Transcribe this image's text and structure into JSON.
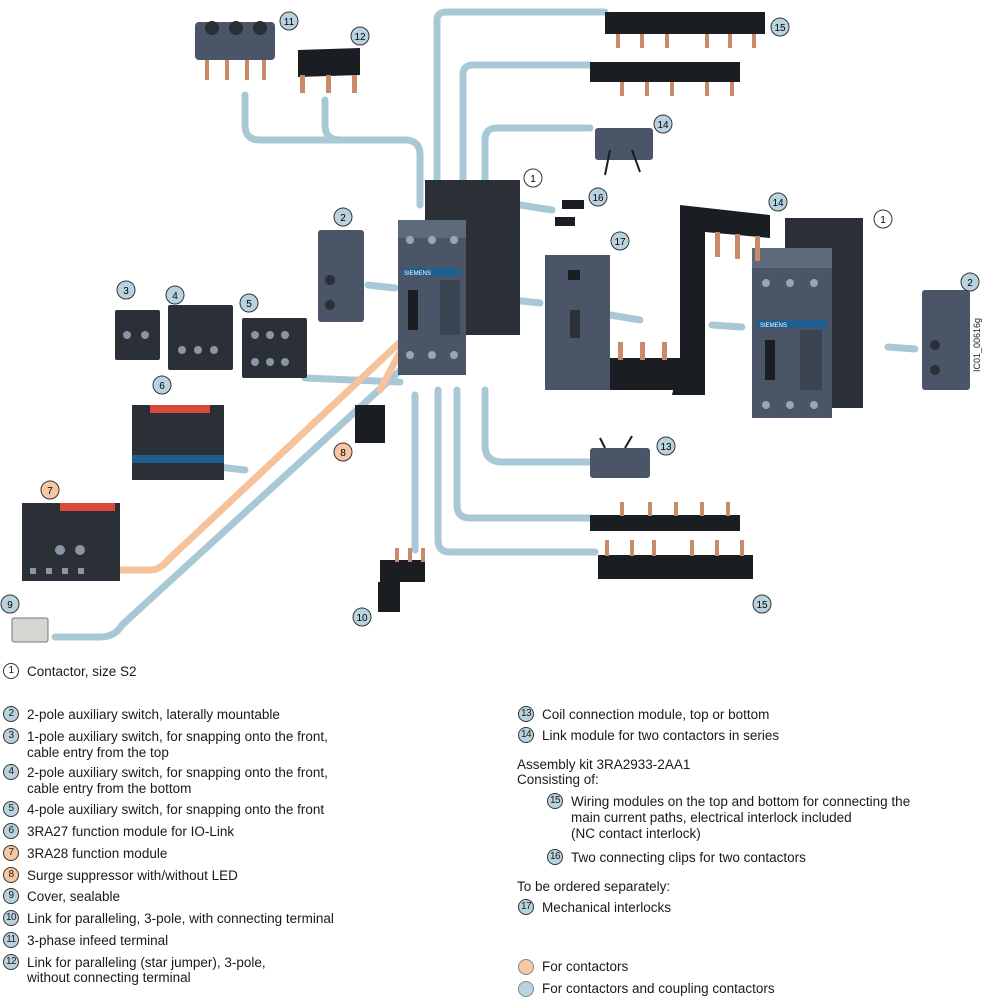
{
  "colors": {
    "blue_path": "#a9c8d6",
    "orange_path": "#f5c29b",
    "device_body": "#4a5568",
    "device_dark": "#2b2f36",
    "blue_marker": "#b8d3df",
    "orange_marker": "#f7c6a2"
  },
  "figure_id": "IC01_00616g",
  "callouts": [
    "1",
    "2",
    "3",
    "4",
    "5",
    "6",
    "7",
    "8",
    "9",
    "10",
    "11",
    "12",
    "13",
    "14",
    "15",
    "16",
    "17",
    "1",
    "2",
    "14",
    "15"
  ],
  "legend_left": [
    {
      "num": "1",
      "text": "Contactor, size S2",
      "style": "white"
    },
    {
      "num": "2",
      "text": "2-pole auxiliary switch, laterally mountable",
      "style": "blue"
    },
    {
      "num": "3",
      "text": "1-pole auxiliary switch, for snapping onto the front,",
      "text2": "cable entry from the top",
      "style": "blue"
    },
    {
      "num": "4",
      "text": "2-pole auxiliary switch, for snapping onto the front,",
      "text2": "cable entry from the bottom",
      "style": "blue"
    },
    {
      "num": "5",
      "text": "4-pole auxiliary switch, for snapping onto the front",
      "style": "blue"
    },
    {
      "num": "6",
      "text": "3RA27 function module for IO-Link",
      "style": "blue"
    },
    {
      "num": "7",
      "text": "3RA28 function module",
      "style": "orange"
    },
    {
      "num": "8",
      "text": "Surge suppressor with/without LED",
      "style": "orange"
    },
    {
      "num": "9",
      "text": "Cover, sealable",
      "style": "blue"
    },
    {
      "num": "10",
      "text": "Link for paralleling, 3-pole, with connecting terminal",
      "style": "blue"
    },
    {
      "num": "11",
      "text": "3-phase infeed terminal",
      "style": "blue"
    },
    {
      "num": "12",
      "text": "Link for paralleling (star jumper), 3-pole,",
      "text2": "without connecting terminal",
      "style": "blue"
    }
  ],
  "legend_right": [
    {
      "num": "13",
      "text": "Coil connection module, top or bottom",
      "style": "blue"
    },
    {
      "num": "14",
      "text": "Link module for two contactors in series",
      "style": "blue"
    }
  ],
  "assembly": {
    "title": "Assembly kit 3RA2933-2AA1",
    "subtitle": "Consisting of:",
    "items": [
      {
        "num": "15",
        "text": "Wiring modules on the top and bottom for connecting the",
        "text2": "main current paths, electrical interlock included",
        "text3": "(NC contact interlock)",
        "style": "blue"
      },
      {
        "num": "16",
        "text": "Two connecting clips for two contactors",
        "style": "blue"
      }
    ]
  },
  "separately": {
    "title": "To be ordered separately:",
    "items": [
      {
        "num": "17",
        "text": "Mechanical interlocks",
        "style": "blue"
      }
    ]
  },
  "key": {
    "orange": "For contactors",
    "blue": "For contactors and coupling contactors"
  },
  "brand": "SIEMENS"
}
